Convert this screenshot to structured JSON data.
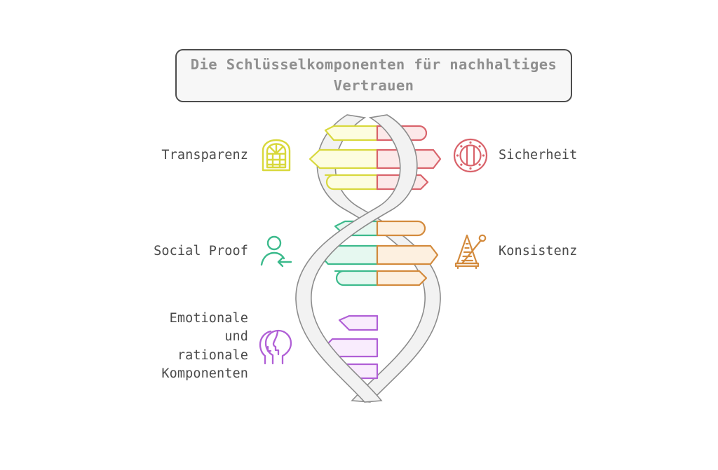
{
  "title": {
    "text": "Die Schlüsselkomponenten für nachhaltiges\nVertrauen",
    "text_color": "#8f8f8f",
    "border_color": "#4d4d4d",
    "background_color": "#f7f7f7"
  },
  "page": {
    "background_color": "#ffffff",
    "label_color": "#4a4a4a"
  },
  "components": [
    {
      "id": "transparenz",
      "label": "Transparenz",
      "icon": "window-icon",
      "color": "#d8d83c",
      "side": "left"
    },
    {
      "id": "sicherheit",
      "label": "Sicherheit",
      "icon": "vault-door-icon",
      "color": "#d9636b",
      "side": "right"
    },
    {
      "id": "social-proof",
      "label": "Social Proof",
      "icon": "person-arrow-icon",
      "color": "#3cba8c",
      "side": "left"
    },
    {
      "id": "konsistenz",
      "label": "Konsistenz",
      "icon": "metronome-icon",
      "color": "#d38a3c",
      "side": "right"
    },
    {
      "id": "emotionale-rationale",
      "label": "Emotionale\nund\nrationale\nKomponenten",
      "icon": "two-heads-icon",
      "color": "#b05fd6",
      "side": "left"
    }
  ],
  "dna": {
    "ribbon_fill": "#f2f2f2",
    "ribbon_stroke": "#8c8c8c",
    "rung_groups": [
      {
        "name": "transparenz-sicherheit",
        "left_color": "#d8d83c",
        "left_fill": "#fdfde0",
        "right_color": "#d9636b",
        "right_fill": "#fce9e9",
        "rungs": 3
      },
      {
        "name": "social-proof-konsistenz",
        "left_color": "#3cba8c",
        "left_fill": "#e6f8f0",
        "right_color": "#d38a3c",
        "right_fill": "#fdf0e0",
        "rungs": 3
      },
      {
        "name": "emotionale-rationale",
        "left_color": "#b05fd6",
        "left_fill": "#f9ecfd",
        "right_color": "#b05fd6",
        "right_fill": "#f9ecfd",
        "rungs": 3
      }
    ]
  }
}
